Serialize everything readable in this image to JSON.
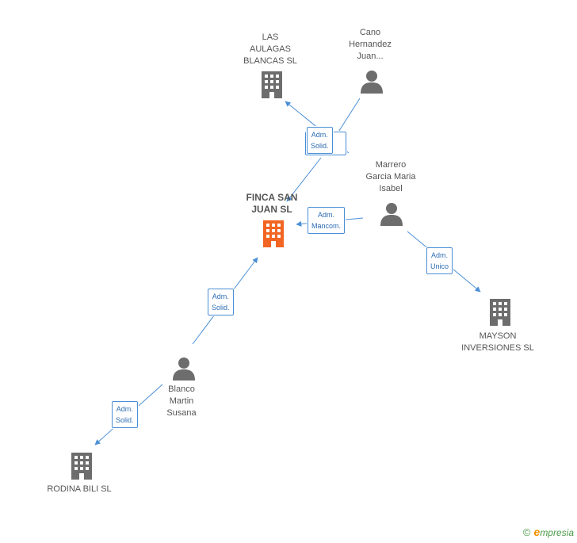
{
  "colors": {
    "edge": "#4a8fd6",
    "company_icon": "#6d6d6d",
    "main_company_icon": "#f26522",
    "person_icon": "#6d6d6d"
  },
  "nodes": {
    "las_aulagas": {
      "label": "LAS\nAULAGAS\nBLANCAS SL",
      "type": "company"
    },
    "cano": {
      "label": "Cano\nHernandez\nJuan...",
      "type": "person"
    },
    "finca": {
      "label": "FINCA SAN\nJUAN SL",
      "type": "company-main"
    },
    "marrero": {
      "label": "Marrero\nGarcia Maria\nIsabel",
      "type": "person"
    },
    "mayson": {
      "label": "MAYSON\nINVERSIONES SL",
      "type": "company"
    },
    "blanco": {
      "label": "Blanco\nMartin\nSusana",
      "type": "person"
    },
    "rodina": {
      "label": "RODINA BILI SL",
      "type": "company"
    }
  },
  "edges": {
    "cano_las": {
      "label": "Adm.\nSolid."
    },
    "cano_finca": {
      "label": "Adm.\nSolid."
    },
    "marrero_finca": {
      "label": "Adm.\nMancom."
    },
    "marrero_mayson": {
      "label": "Adm.\nUnico"
    },
    "blanco_finca": {
      "label": "Adm.\nSolid."
    },
    "blanco_rodina": {
      "label": "Adm.\nSolid."
    }
  },
  "footer": {
    "copyright": "©",
    "brand_initial": "e",
    "brand_rest": "mpresia"
  }
}
